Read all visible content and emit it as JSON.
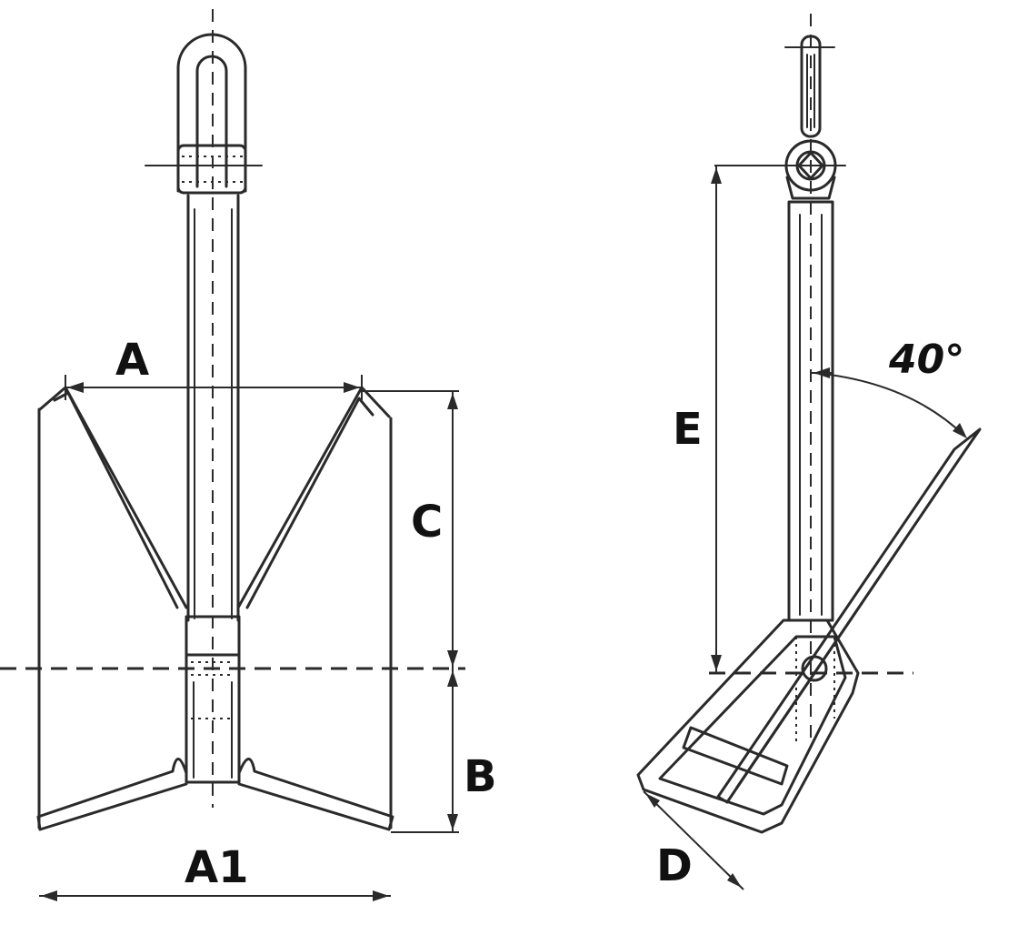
{
  "labels": {
    "a": "A",
    "a1": "A1",
    "b": "B",
    "c": "C",
    "d": "D",
    "e": "E",
    "angle": "40°"
  },
  "colors": {
    "line": "#2a2a2a",
    "text": "#111111",
    "background": "#ffffff"
  }
}
